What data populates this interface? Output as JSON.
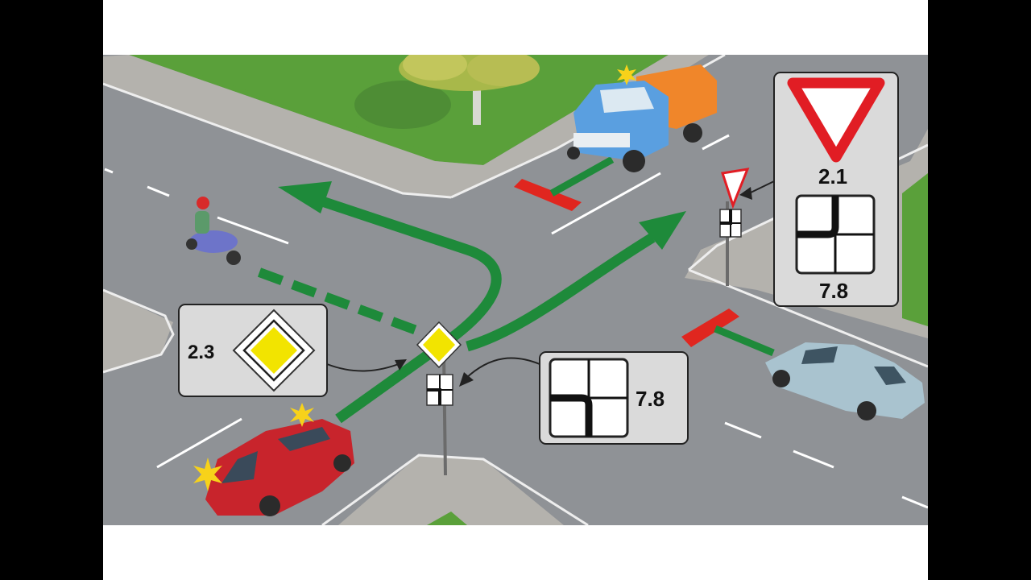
{
  "callouts": {
    "priority_road": {
      "code": "2.3",
      "sign_name": "priority-road-sign"
    },
    "left_plate": {
      "code": "7.8",
      "sign_name": "main-road-direction-plate"
    },
    "yield": {
      "code": "2.1",
      "sign_name": "give-way-sign"
    },
    "right_plate": {
      "code": "7.8",
      "sign_name": "main-road-direction-plate"
    }
  },
  "colors": {
    "road": "#8f9296",
    "sidewalk": "#b4b2ad",
    "grass": "#5aa03a",
    "route_arrow": "#1e8a3a",
    "stop_line": "#e0261f",
    "red_car": "#c8242c",
    "silver_car": "#a9c3cf",
    "truck_cab": "#5a9fe0",
    "truck_tank": "#f0862a",
    "yield_red": "#e11d24",
    "priority_yellow": "#f2e400"
  },
  "icons": [
    "give-way-sign-icon",
    "priority-road-sign-icon",
    "main-road-plate-icon",
    "hazard-flash-icon"
  ]
}
